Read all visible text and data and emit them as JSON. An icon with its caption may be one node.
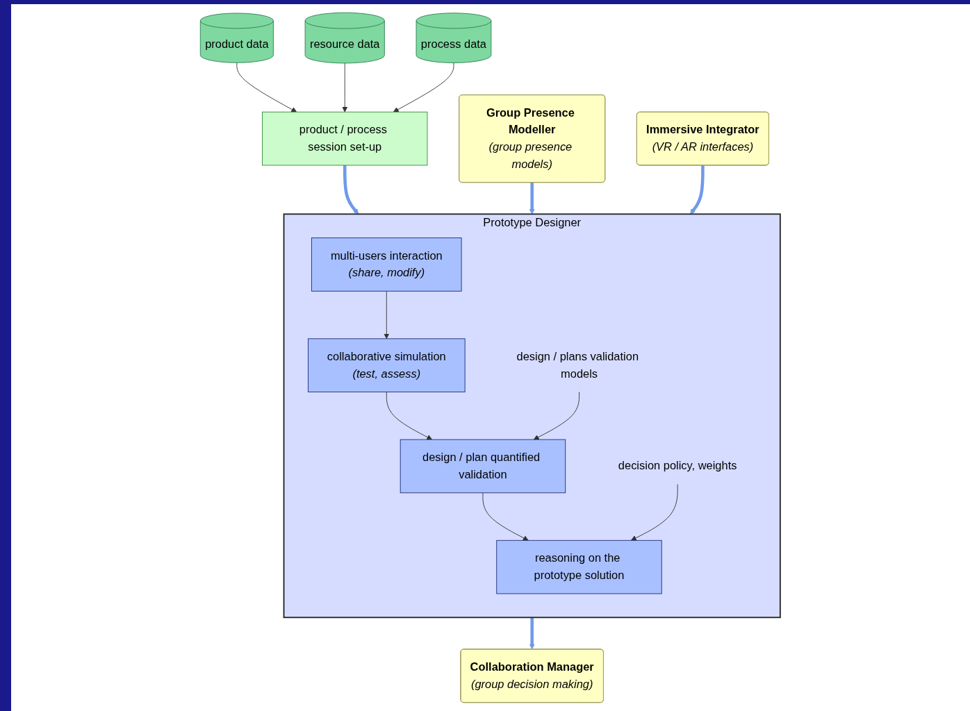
{
  "diagram": {
    "nodes": [
      {
        "text": [
          "product data"
        ]
      },
      {
        "text": [
          "resource data"
        ]
      },
      {
        "text": [
          "process data"
        ]
      },
      {
        "text": [
          "product / process session set-up"
        ]
      },
      {
        "text": [
          "Prototype Designer"
        ]
      },
      {
        "text": [
          "multi-users interaction",
          "(share, modify)"
        ],
        "in": 4
      },
      {
        "text": [
          "collaborative simulation",
          "(test, assess)"
        ],
        "in": 4
      },
      {
        "text": [
          "design / plan quantified validation"
        ],
        "in": 4
      },
      {
        "text": [
          "reasoning on the prototype solution"
        ],
        "in": 4
      },
      {
        "text": [
          "design / plans validation models"
        ],
        "in": 4
      },
      {
        "text": [
          "decision policy, weights"
        ],
        "in": 4
      },
      {
        "text": [
          "Group Presence Modeller",
          "(group presence models)"
        ]
      },
      {
        "text": [
          "Immersive Integrator",
          "(VR / AR interfaces)"
        ]
      },
      {
        "text": [
          "Collaboration Manager",
          "(group decision making)"
        ]
      }
    ],
    "edges": [
      {
        "from": 0,
        "to": 3,
        "arrow": "to"
      },
      {
        "from": 1,
        "to": 3,
        "arrow": "to"
      },
      {
        "from": 2,
        "to": 3,
        "arrow": "to"
      },
      {
        "from": 3,
        "to": 4,
        "arrow": "to",
        "style": "thick",
        "color": "#6f9ae8"
      },
      {
        "from": 5,
        "to": 6,
        "arrow": "to"
      },
      {
        "from": 6,
        "to": 7,
        "arrow": "to"
      },
      {
        "from": 7,
        "to": 8,
        "arrow": "to"
      },
      {
        "from": 9,
        "to": 7,
        "arrow": "to"
      },
      {
        "from": 10,
        "to": 8,
        "arrow": "to"
      },
      {
        "from": 11,
        "to": 4,
        "arrow": "to",
        "style": "thick",
        "color": "#6f9ae8"
      },
      {
        "from": 12,
        "to": 4,
        "arrow": "to",
        "style": "thick",
        "color": "#6f9ae8"
      },
      {
        "from": 4,
        "to": 13,
        "arrow": "to",
        "style": "thick",
        "color": "#6f9ae8"
      }
    ]
  }
}
